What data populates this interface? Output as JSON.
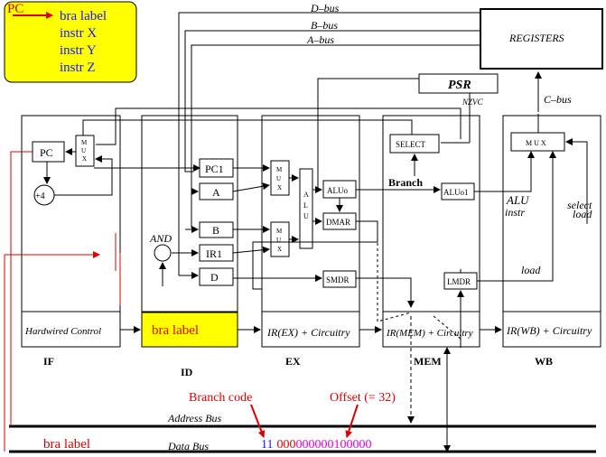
{
  "program_box": {
    "pc_label": "PC",
    "instrs": [
      "bra  label",
      "instr X",
      "instr Y",
      "instr Z"
    ],
    "colors": {
      "bg": "#ffff00",
      "text": "#1818ff",
      "pc": "#e00000"
    }
  },
  "buses": {
    "d_bus": "D–bus",
    "b_bus": "B–bus",
    "a_bus": "A–bus",
    "c_bus": "C–bus"
  },
  "registers": "REGISTERS",
  "psr": {
    "label": "PSR",
    "flags": "NZVC"
  },
  "stages": {
    "if": {
      "name": "IF",
      "ctrl": "Hardwired Control",
      "pc": "PC",
      "plus4": "+4",
      "mux": "M U X"
    },
    "id": {
      "name": "ID",
      "ctrl": "bra label",
      "pc1": "PC1",
      "a": "A",
      "b": "B",
      "ir1": "IR1",
      "d": "D",
      "and": "AND"
    },
    "ex": {
      "name": "EX",
      "ctrl": "IR(EX) + Circuitry",
      "alu": "A L U",
      "alu0": "ALUo",
      "dmar": "DMAR",
      "smdr": "SMDR",
      "mux": "M U X"
    },
    "mem": {
      "name": "MEM",
      "ctrl": "IR(MEM) + Circuitry",
      "select": "SELECT",
      "branch": "Branch",
      "alu01": "ALUo1",
      "lmdr": "LMDR"
    },
    "wb": {
      "name": "WB",
      "ctrl": "IR(WB) + Circuitry",
      "mux": "M U X",
      "alu_instr": [
        "ALU",
        "instr"
      ],
      "select_load": [
        "select",
        "load"
      ],
      "load": "load"
    }
  },
  "bottom": {
    "branch_code": "Branch code",
    "offset": "Offset (= 32)",
    "address_bus": "Address Bus",
    "data_bus": "Data Bus",
    "bra_label": "bra label",
    "bits_code": "11",
    "bits_zero": "000",
    "bits_offset": "000000100000"
  }
}
